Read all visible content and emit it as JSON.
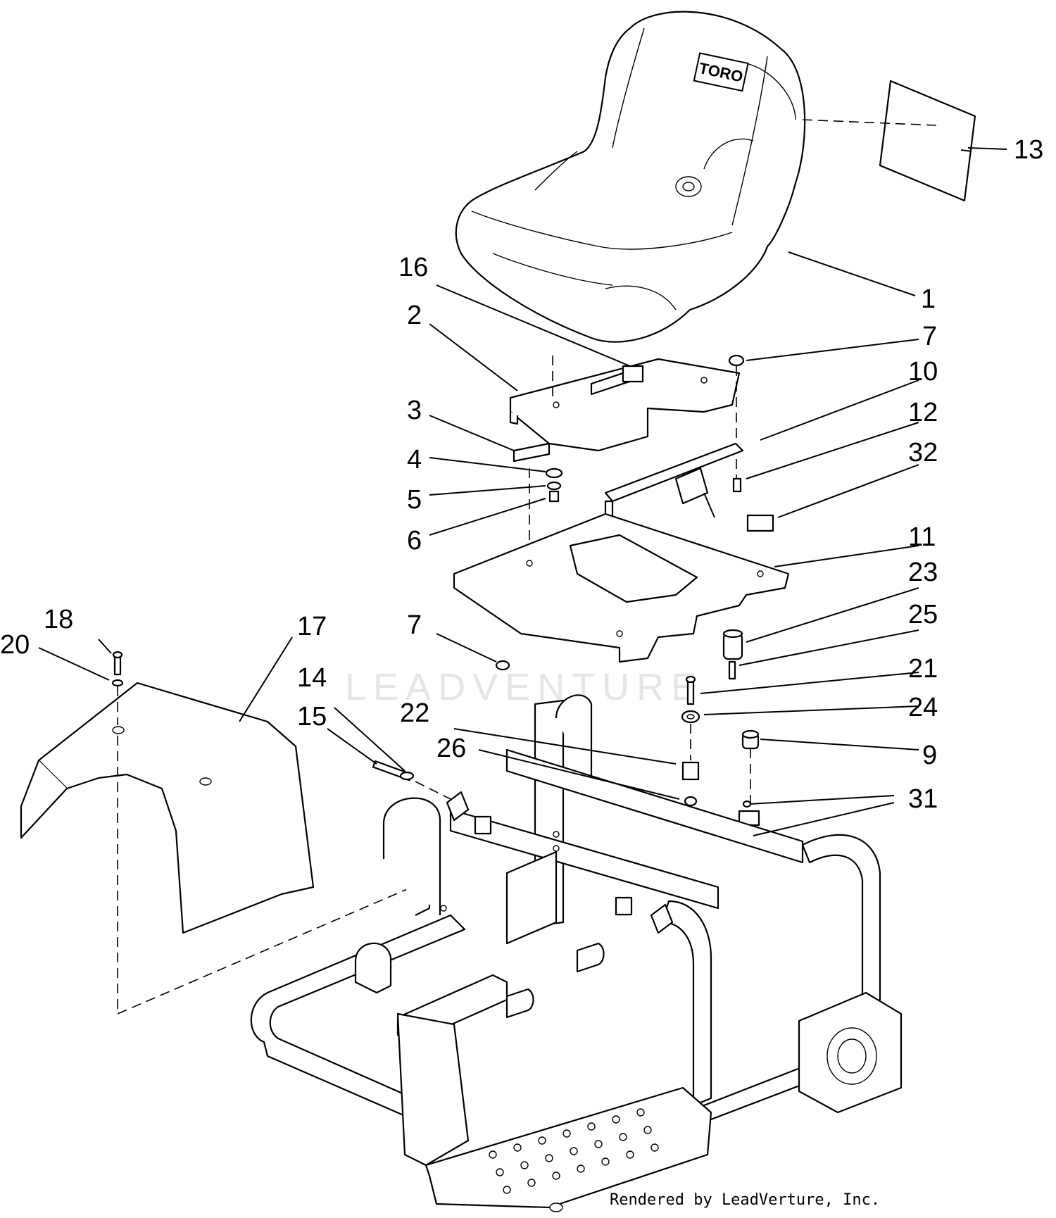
{
  "seat_logo": "TORO",
  "watermark": "LEADVENTURE",
  "footer": "Rendered by LeadVerture, Inc.",
  "callouts": {
    "c1": "1",
    "c2": "2",
    "c3": "3",
    "c4": "4",
    "c5": "5",
    "c6": "6",
    "c7a": "7",
    "c7b": "7",
    "c9": "9",
    "c10": "10",
    "c11": "11",
    "c12": "12",
    "c13": "13",
    "c14": "14",
    "c15": "15",
    "c16": "16",
    "c17": "17",
    "c18": "18",
    "c20": "20",
    "c21": "21",
    "c22": "22",
    "c23": "23",
    "c24": "24",
    "c25": "25",
    "c26": "26",
    "c31": "31",
    "c32": "32"
  }
}
